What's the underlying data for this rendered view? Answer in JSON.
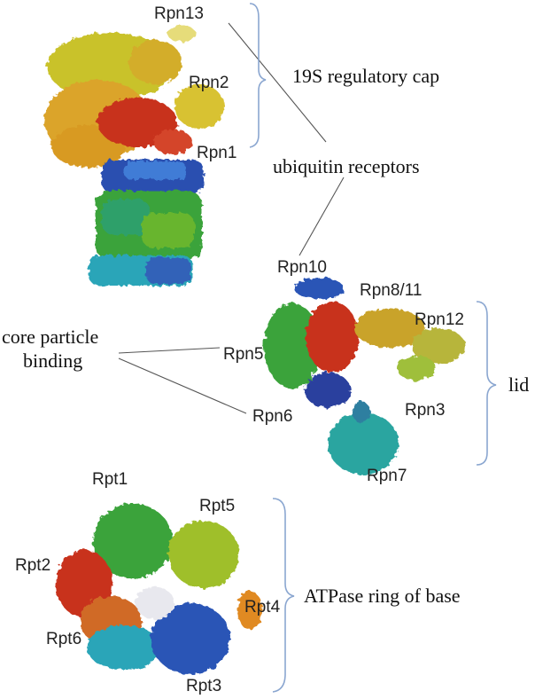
{
  "labels": {
    "rpn13": "Rpn13",
    "rpn2": "Rpn2",
    "rpn1": "Rpn1",
    "rpn10": "Rpn10",
    "rpn8_11": "Rpn8/11",
    "rpn12": "Rpn12",
    "rpn5": "Rpn5",
    "rpn6": "Rpn6",
    "rpn3": "Rpn3",
    "rpn7": "Rpn7",
    "rpt1": "Rpt1",
    "rpt5": "Rpt5",
    "rpt2": "Rpt2",
    "rpt4": "Rpt4",
    "rpt6": "Rpt6",
    "rpt3": "Rpt3"
  },
  "annotations": {
    "regulatory_cap": "19S regulatory cap",
    "ubiquitin_receptors": "ubiquitin receptors",
    "core_particle_line1": "core particle",
    "core_particle_line2": "binding",
    "lid": "lid",
    "atpase_ring": "ATPase ring of base"
  },
  "colors": {
    "bracket": "#8aa6d0",
    "yellow": "#d9c22a",
    "orange": "#e08a20",
    "red": "#c8321e",
    "blue": "#2a4fb0",
    "green": "#3aa33a",
    "cyan": "#2aa5b8"
  }
}
